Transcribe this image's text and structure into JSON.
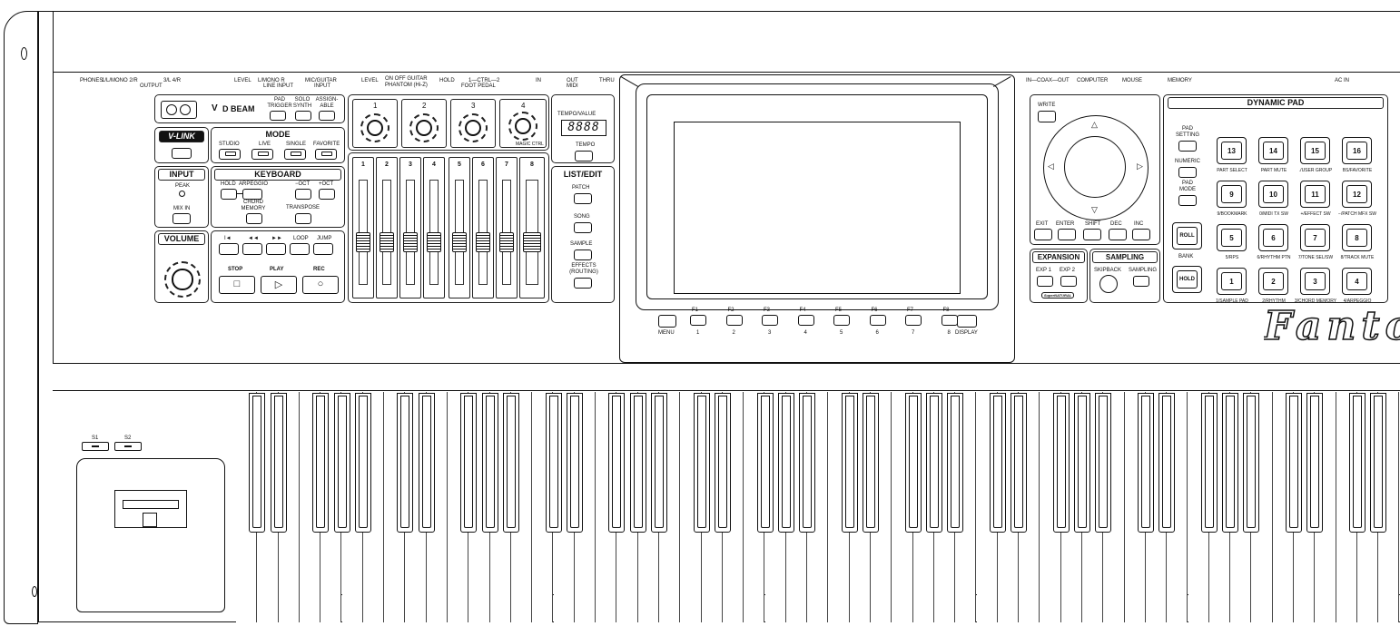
{
  "jacks": {
    "phones": "PHONES",
    "output_nums": "1/L/MONO  2/R",
    "output_nums2": "3/L    4/R",
    "output": "OUTPUT",
    "level": "LEVEL",
    "line_in_lr": "L/MONO    R",
    "line_input": "LINE INPUT",
    "mic_guitar": "MIC/GUITAR",
    "mic_input": "INPUT",
    "level2": "LEVEL",
    "phantom_switch": "ON  OFF  GUITAR",
    "phantom": "PHANTOM  (Hi-Z)",
    "hold": "HOLD",
    "ctrl": "1—CTRL—2",
    "foot_pedal": "FOOT PEDAL",
    "midi_in": "IN",
    "midi_out": "OUT",
    "midi_thru": "THRU",
    "midi": "MIDI",
    "coax": "IN—COAX—OUT",
    "computer": "COMPUTER",
    "mouse": "MOUSE",
    "memory": "MEMORY",
    "ac_in": "AC IN"
  },
  "dbeam": {
    "label": "D BEAM",
    "pad_trigger": "PAD TRIGGER",
    "solo_synth": "SOLO SYNTH",
    "assignable": "ASSIGN-ABLE"
  },
  "vlink": {
    "label": "V-LINK"
  },
  "mode": {
    "title": "MODE",
    "studio": "STUDIO",
    "live": "LIVE",
    "single": "SINGLE",
    "favorite": "FAVORITE"
  },
  "input": {
    "title": "INPUT",
    "peak": "PEAK",
    "mix_in": "MIX IN"
  },
  "keyboard": {
    "title": "KEYBOARD",
    "hold": "HOLD",
    "arpeggio": "ARPEGGIO",
    "oct_down": "−OCT",
    "oct_up": "+OCT",
    "chord_memory": "CHORD MEMORY",
    "transpose": "TRANSPOSE"
  },
  "volume": {
    "title": "VOLUME"
  },
  "transport": {
    "prev": "I◄",
    "rew": "◄◄",
    "ff": "►►",
    "loop": "LOOP",
    "jump": "JUMP",
    "stop": "STOP",
    "play": "PLAY",
    "rec": "REC",
    "stop_icon": "□",
    "play_icon": "▷",
    "rec_icon": "○"
  },
  "knobs": {
    "k1": "1",
    "k2": "2",
    "k3": "3",
    "k4": "4",
    "magic": "MAGIC CTRL"
  },
  "faders": [
    "1",
    "2",
    "3",
    "4",
    "5",
    "6",
    "7",
    "8"
  ],
  "tempo": {
    "title": "TEMPO/VALUE",
    "display": "8888",
    "tempo": "TEMPO"
  },
  "list_edit": {
    "title": "LIST/EDIT",
    "patch": "PATCH",
    "song": "SONG",
    "sample": "SAMPLE",
    "effects": "EFFECTS (ROUTING)"
  },
  "fbuttons": {
    "menu": "MENU",
    "display": "DISPLAY",
    "labels": [
      "F1",
      "F2",
      "F3",
      "F4",
      "F5",
      "F6",
      "F7",
      "F8"
    ],
    "nums": [
      "1",
      "2",
      "3",
      "4",
      "5",
      "6",
      "7",
      "8"
    ]
  },
  "nav": {
    "write": "WRITE",
    "exit": "EXIT",
    "enter": "ENTER",
    "shift": "SHIFT",
    "dec": "DEC",
    "inc": "INC"
  },
  "expansion": {
    "title": "EXPANSION",
    "exp1": "EXP 1",
    "exp2": "EXP 2",
    "badge": "SuperNATURAL"
  },
  "sampling": {
    "title": "SAMPLING",
    "skipback": "SKIPBACK",
    "sampling": "SAMPLING"
  },
  "dynamic_pad": {
    "title": "DYNAMIC PAD",
    "pad_setting": "PAD SETTING",
    "numeric": "NUMERIC",
    "pad_mode": "PAD MODE",
    "roll": "ROLL",
    "bank": "BANK",
    "hold": "HOLD",
    "pads": [
      {
        "n": "13",
        "l": "PART SELECT"
      },
      {
        "n": "14",
        "l": "PART MUTE"
      },
      {
        "n": "15",
        "l": "./USER GROUP"
      },
      {
        "n": "16",
        "l": "BS/FAVORITE"
      },
      {
        "n": "9",
        "l": "9/BOOKMARK"
      },
      {
        "n": "10",
        "l": "0/MIDI TX SW"
      },
      {
        "n": "11",
        "l": "+/EFFECT SW"
      },
      {
        "n": "12",
        "l": "−/PATCH MFX SW"
      },
      {
        "n": "5",
        "l": "5/RPS"
      },
      {
        "n": "6",
        "l": "6/RHYTHM PTN"
      },
      {
        "n": "7",
        "l": "7/TONE SEL/SW"
      },
      {
        "n": "8",
        "l": "8/TRACK MUTE"
      },
      {
        "n": "1",
        "l": "1/SAMPLE PAD"
      },
      {
        "n": "2",
        "l": "2/RHYTHM"
      },
      {
        "n": "3",
        "l": "3/CHORD MEMORY"
      },
      {
        "n": "4",
        "l": "4/ARPEGGIO"
      }
    ]
  },
  "logo": "Fantom",
  "switches": {
    "s1": "S1",
    "s2": "S2"
  }
}
